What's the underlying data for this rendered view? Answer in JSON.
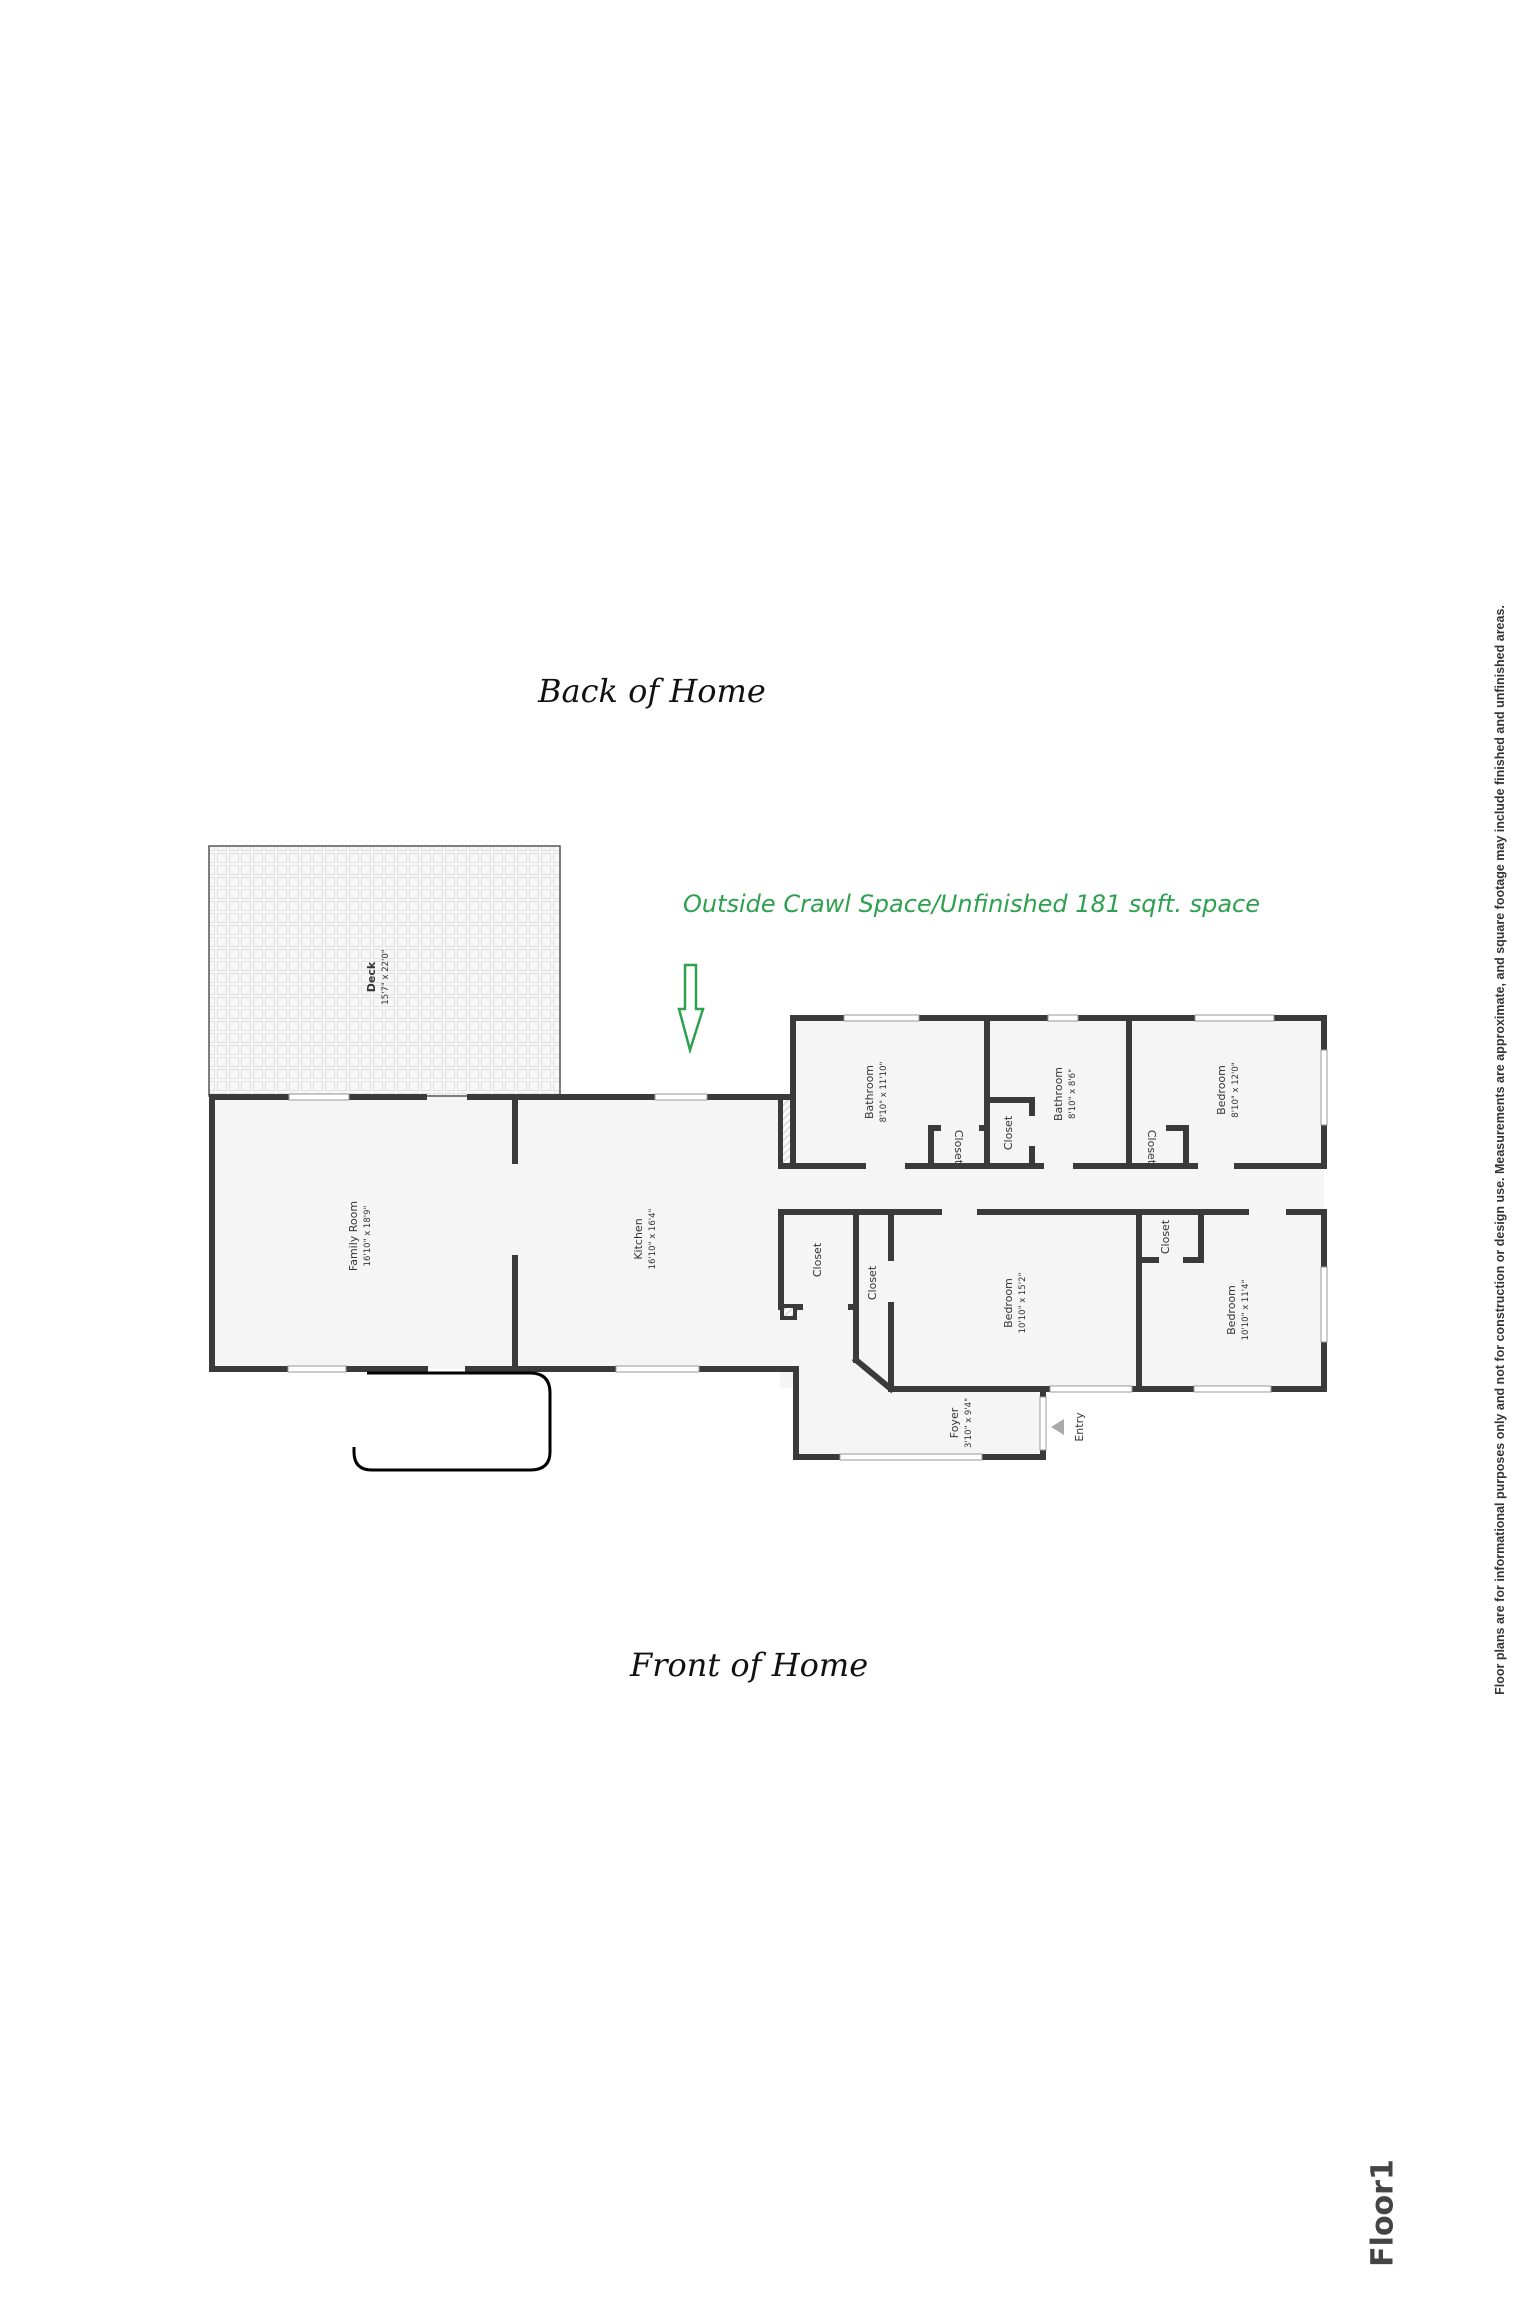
{
  "labels": {
    "back": "Back of Home",
    "front": "Front of Home",
    "note": "Outside Crawl Space/Unfinished 181 sqft. space",
    "disclaimer": "Floor plans are for informational purposes only and not for construction or design use. Measurements are approximate, and square footage may include finished and unfinished areas.",
    "floor": "Floor1",
    "entry": "Entry"
  },
  "colors": {
    "wall": "#3a3a3a",
    "floor_fill": "#f5f5f5",
    "note_green": "#2ea04f",
    "deck_tile": "#e2e2e2"
  },
  "rooms": {
    "deck": {
      "name": "Deck",
      "dims": "15'7\" x 22'0\""
    },
    "family": {
      "name": "Family Room",
      "dims": "16'10\" x 18'9\""
    },
    "kitchen": {
      "name": "Kitchen",
      "dims": "16'10\" x 16'4\""
    },
    "bath1": {
      "name": "Bathroom",
      "dims": "8'10\" x 11'10\""
    },
    "bath2": {
      "name": "Bathroom",
      "dims": "8'10\" x 8'6\""
    },
    "bed_top": {
      "name": "Bedroom",
      "dims": "8'10\" x 12'0\""
    },
    "bed_mid": {
      "name": "Bedroom",
      "dims": "10'10\" x 15'2\""
    },
    "bed_right": {
      "name": "Bedroom",
      "dims": "10'10\" x 11'4\""
    },
    "foyer": {
      "name": "Foyer",
      "dims": "3'10\" x 9'4\""
    },
    "closet_bath1": {
      "name": "Closet"
    },
    "closet_mid_top": {
      "name": "Closet"
    },
    "closet_bed_top": {
      "name": "Closet"
    },
    "closet_lower1": {
      "name": "Closet"
    },
    "closet_lower2": {
      "name": "Closet"
    },
    "closet_bed_right": {
      "name": "Closet"
    }
  }
}
